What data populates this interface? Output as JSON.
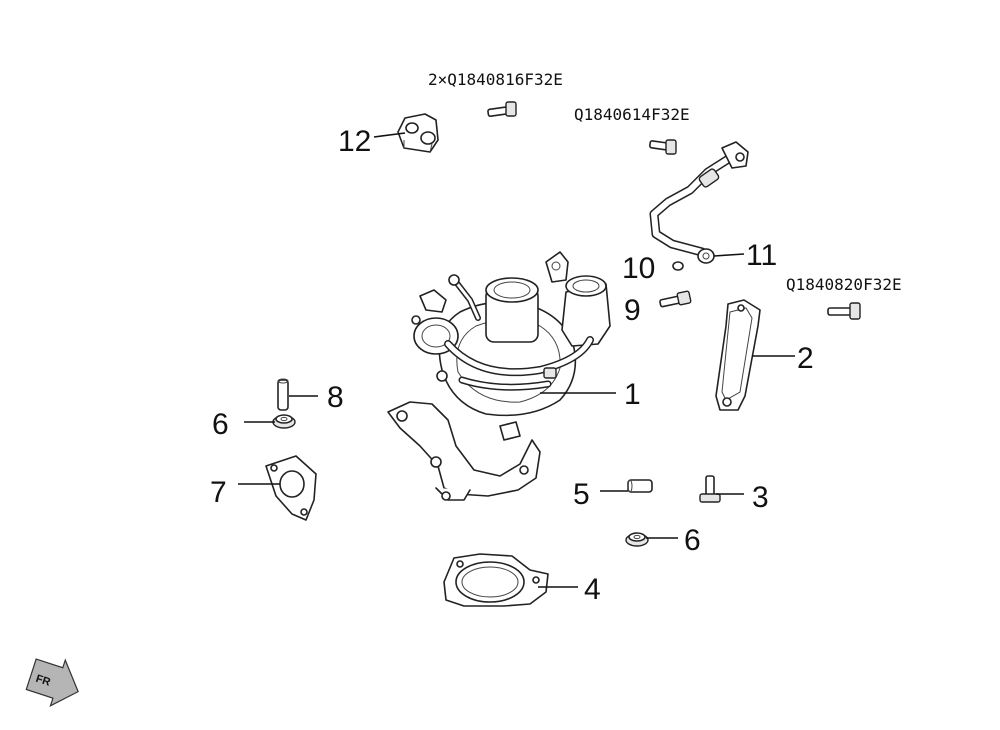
{
  "part_numbers": {
    "top_bolts": "2×Q1840816F32E",
    "pipe_bolt": "Q1840614F32E",
    "side_bolt": "Q1840820F32E"
  },
  "callouts": {
    "c1": "1",
    "c2": "2",
    "c3": "3",
    "c4": "4",
    "c5": "5",
    "c6a": "6",
    "c6b": "6",
    "c7": "7",
    "c8": "8",
    "c9": "9",
    "c10": "10",
    "c11": "11",
    "c12": "12"
  },
  "direction_indicator": {
    "label": "FR",
    "icon": "arrow-right-icon"
  },
  "colors": {
    "line": "#111111",
    "fill_light": "#e6e6e6",
    "arrow_fill": "#b5b5b5"
  }
}
